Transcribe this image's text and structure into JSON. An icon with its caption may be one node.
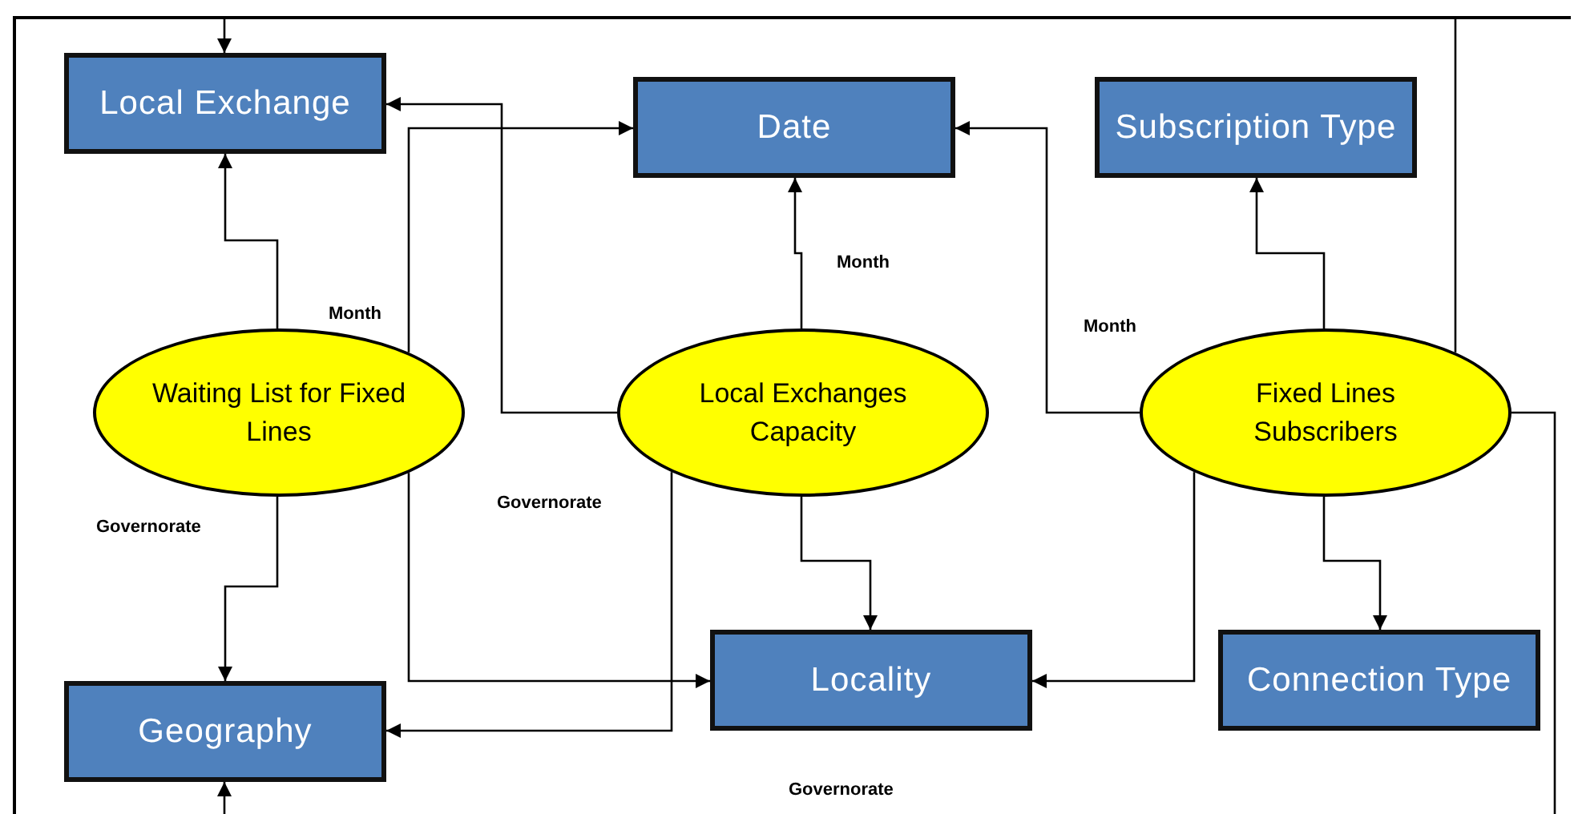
{
  "diagram": {
    "nodes": [
      {
        "text": [
          "Local Exchange"
        ]
      },
      {
        "text": [
          "Date"
        ]
      },
      {
        "text": [
          "Subscription Type"
        ]
      },
      {
        "text": [
          "Waiting List for Fixed Lines"
        ]
      },
      {
        "text": [
          "Local Exchanges Capacity"
        ]
      },
      {
        "text": [
          "Fixed Lines Subscribers"
        ]
      },
      {
        "text": [
          "Locality"
        ]
      },
      {
        "text": [
          "Connection Type"
        ]
      },
      {
        "text": [
          "Geography"
        ]
      }
    ],
    "edges": [
      {
        "from": 3,
        "to": 0,
        "arrow": "to"
      },
      {
        "from": 3,
        "to": 1,
        "arrow": "to"
      },
      {
        "from": 3,
        "to": 8,
        "arrow": "to"
      },
      {
        "from": 3,
        "to": 6,
        "arrow": "to"
      },
      {
        "from": 4,
        "to": 0,
        "arrow": "to"
      },
      {
        "from": 4,
        "to": 1,
        "arrow": "to"
      },
      {
        "from": 4,
        "to": 6,
        "arrow": "to"
      },
      {
        "from": 4,
        "to": 8,
        "arrow": "to"
      },
      {
        "from": 5,
        "to": 1,
        "arrow": "to"
      },
      {
        "from": 5,
        "to": 2,
        "arrow": "to"
      },
      {
        "from": 5,
        "to": 7,
        "arrow": "to"
      },
      {
        "from": 5,
        "to": 6,
        "arrow": "to"
      },
      {
        "from": 5,
        "to": 0,
        "arrow": "to"
      },
      {
        "from": 5,
        "to": 8,
        "arrow": "to"
      }
    ],
    "labels": [
      "Month",
      "Month",
      "Month",
      "Governorate",
      "Governorate",
      "Governorate"
    ]
  }
}
